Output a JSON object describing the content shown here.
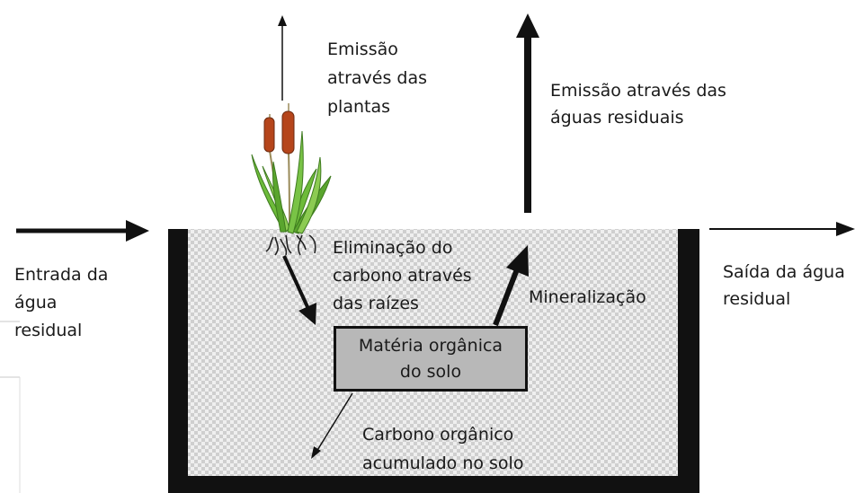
{
  "labels": {
    "inflow_1": "Entrada da",
    "inflow_2": "água",
    "inflow_3": "residual",
    "plant_emission_1": "Emissão",
    "plant_emission_2": "através das",
    "plant_emission_3": "plantas",
    "water_emission_1": "Emissão através das",
    "water_emission_2": "águas residuais",
    "root_elim_1": "Eliminação do",
    "root_elim_2": "carbono através",
    "root_elim_3": "das raízes",
    "mineralization": "Mineralização",
    "outflow_1": "Saída da água",
    "outflow_2": "residual",
    "soil_om_1": "Matéria orgânica",
    "soil_om_2": "do solo",
    "accum_1": "Carbono orgânico",
    "accum_2": "acumulado no solo"
  },
  "colors": {
    "stroke": "#111111",
    "box_fill": "#b8b8b8",
    "substrate_light": "#efefef",
    "substrate_dark": "#cfcfcf",
    "leaf_green": "#6dbb3a",
    "cattail_brown": "#b5451b"
  }
}
